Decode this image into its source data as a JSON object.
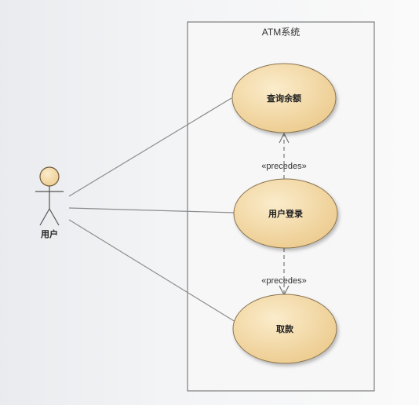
{
  "diagram": {
    "system_boundary_title": "ATM系统",
    "actor": {
      "label": "用户"
    },
    "use_cases": {
      "check_balance": "查询余额",
      "login": "用户登录",
      "withdraw": "取款"
    },
    "relations": {
      "login_to_check_balance": "«precedes»",
      "login_to_withdraw": "«precedes»"
    },
    "colors": {
      "usecase_fill": "#f3d9a4",
      "usecase_stroke": "#8a7450",
      "actor_head_fill": "#f3d9a4",
      "line": "#7a7a7a",
      "boundary": "#666666"
    }
  }
}
